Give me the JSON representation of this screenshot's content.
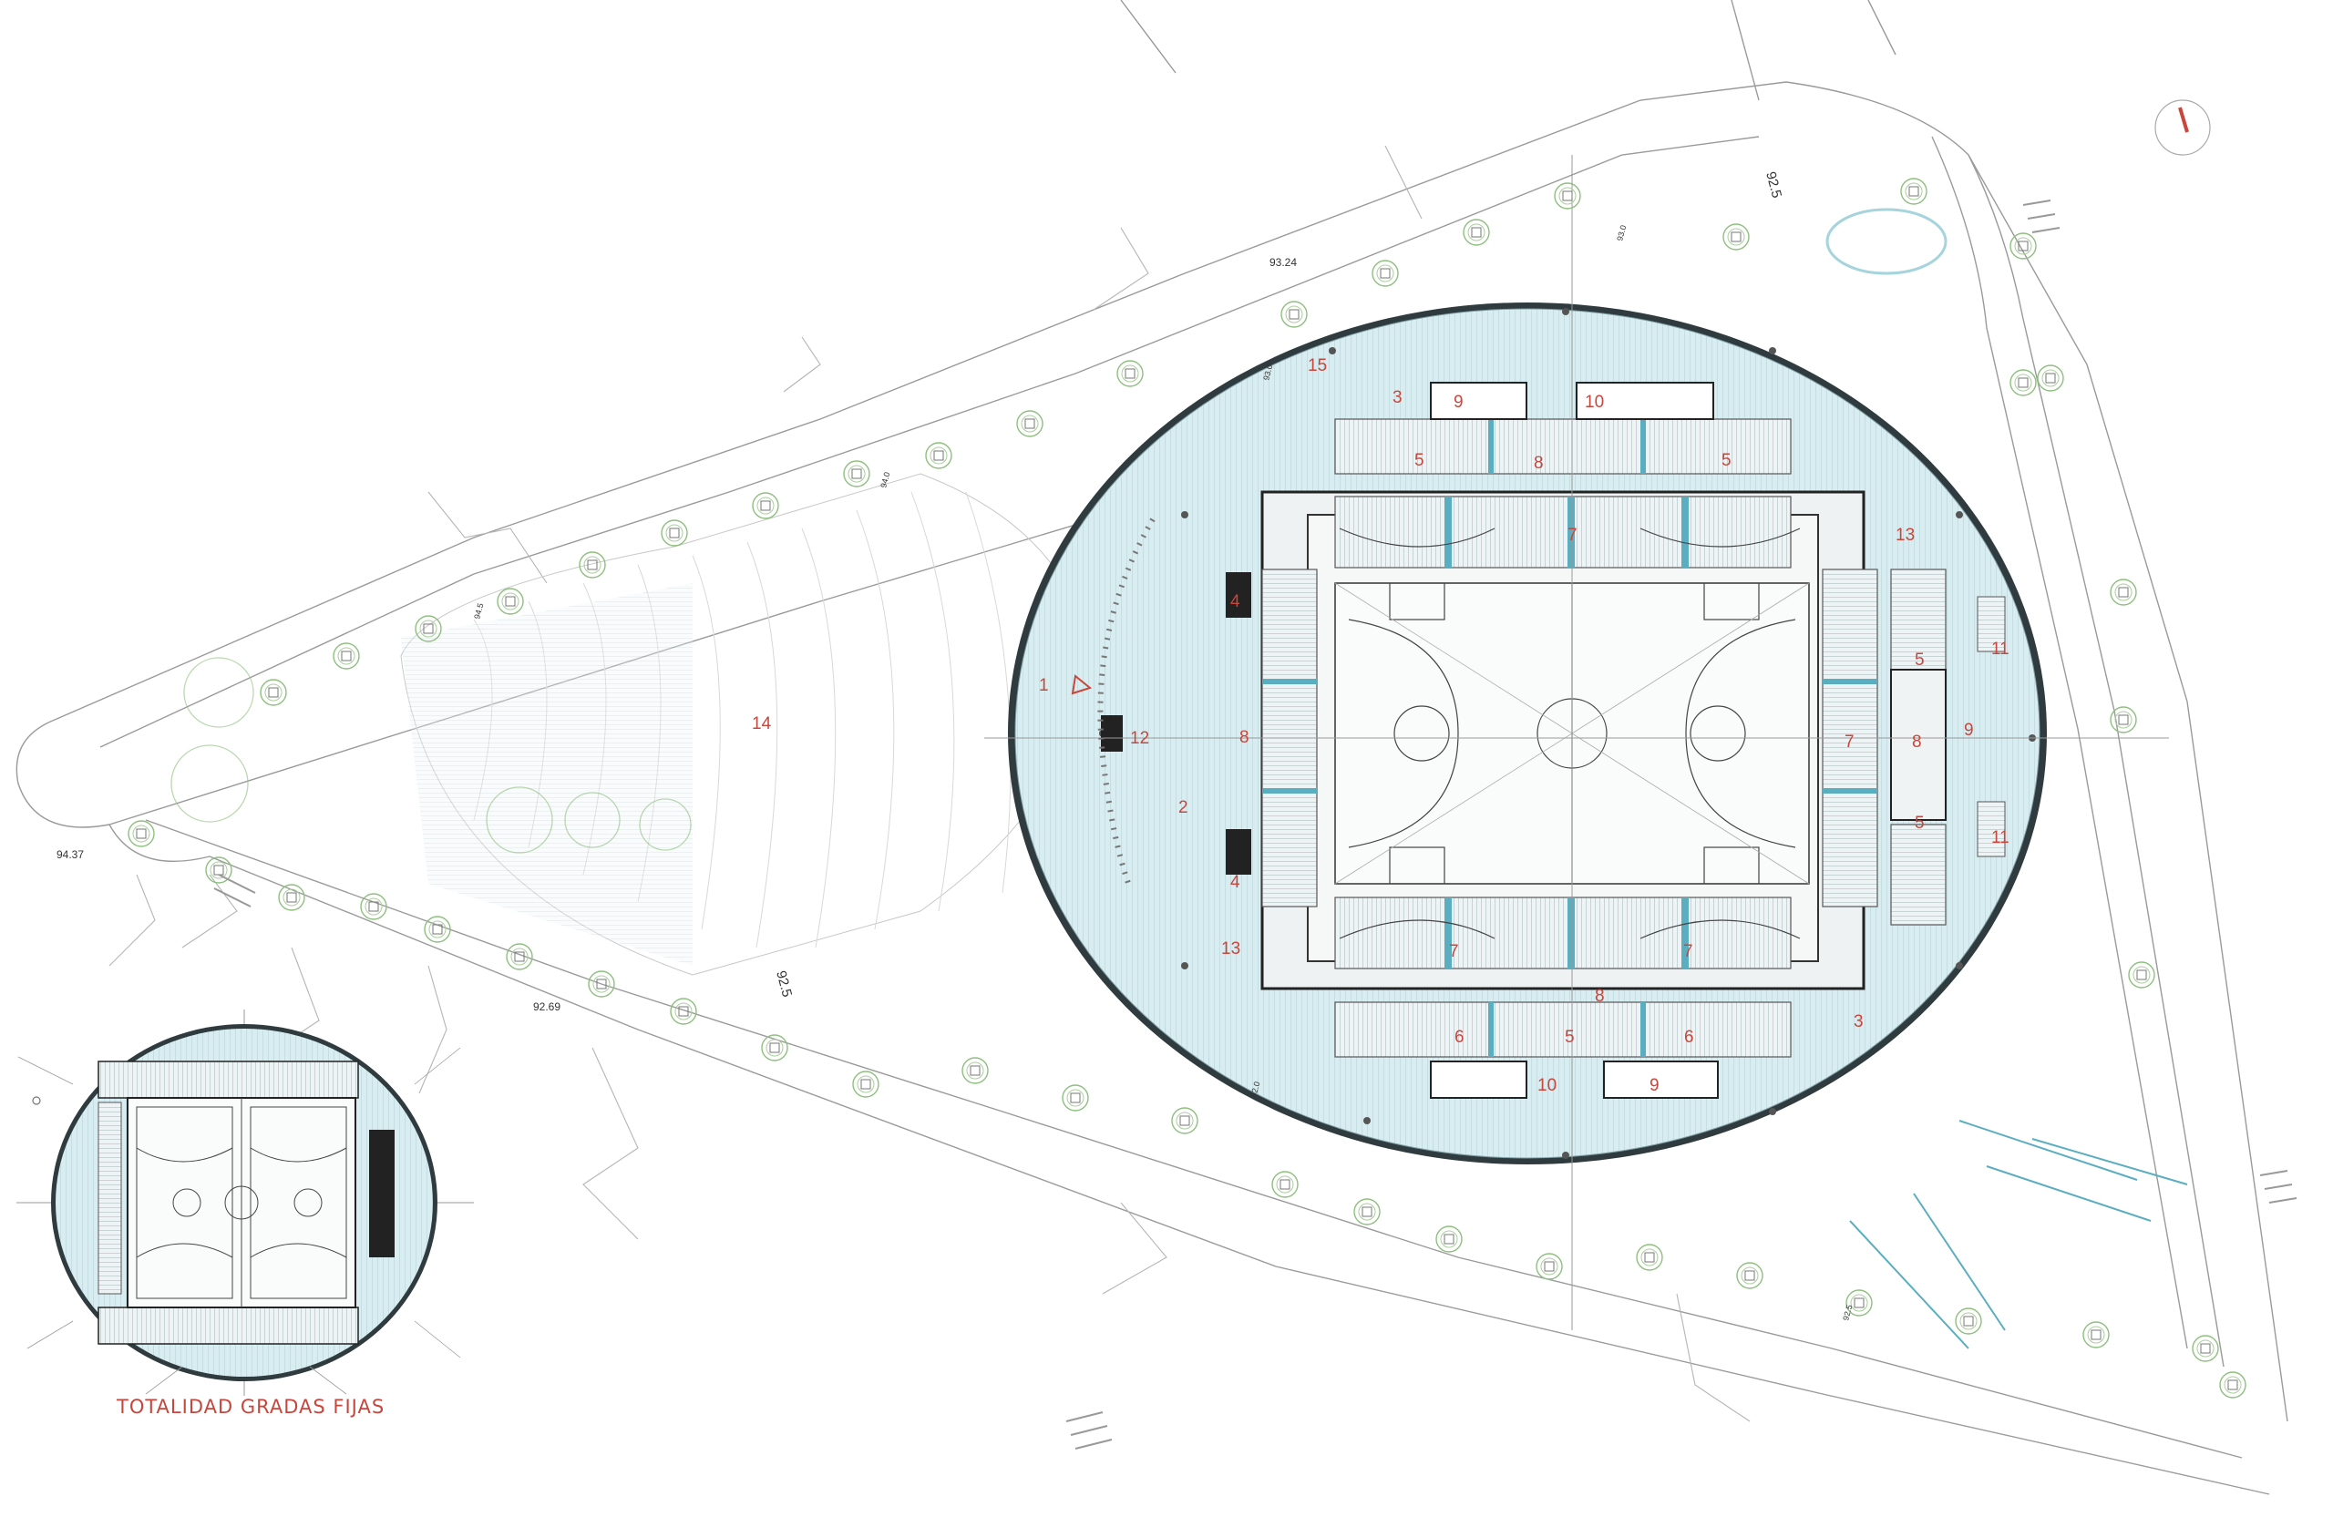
{
  "diagram": {
    "caption": "TOTALIDAD GRADAS FIJAS",
    "room_numbers": [
      "1",
      "2",
      "3",
      "3",
      "4",
      "4",
      "5",
      "5",
      "5",
      "5",
      "5",
      "6",
      "6",
      "7",
      "7",
      "7",
      "7",
      "8",
      "8",
      "8",
      "8",
      "9",
      "9",
      "9",
      "10",
      "10",
      "11",
      "11",
      "12",
      "13",
      "13",
      "14",
      "15"
    ],
    "elevations": [
      "93.24",
      "94.37",
      "92.69",
      "92.5",
      "92.5",
      "94.5",
      "93.0",
      "94.0",
      "93.0",
      "92.0",
      "92.5"
    ],
    "colors": {
      "floor_fill": "#d9ecef",
      "court_fill": "#f3f6f6",
      "accent_cyan": "#5aaec0",
      "label_red": "#c8463c",
      "line_gray": "#9a9a9a",
      "tree_green": "#8fbf7f"
    }
  }
}
